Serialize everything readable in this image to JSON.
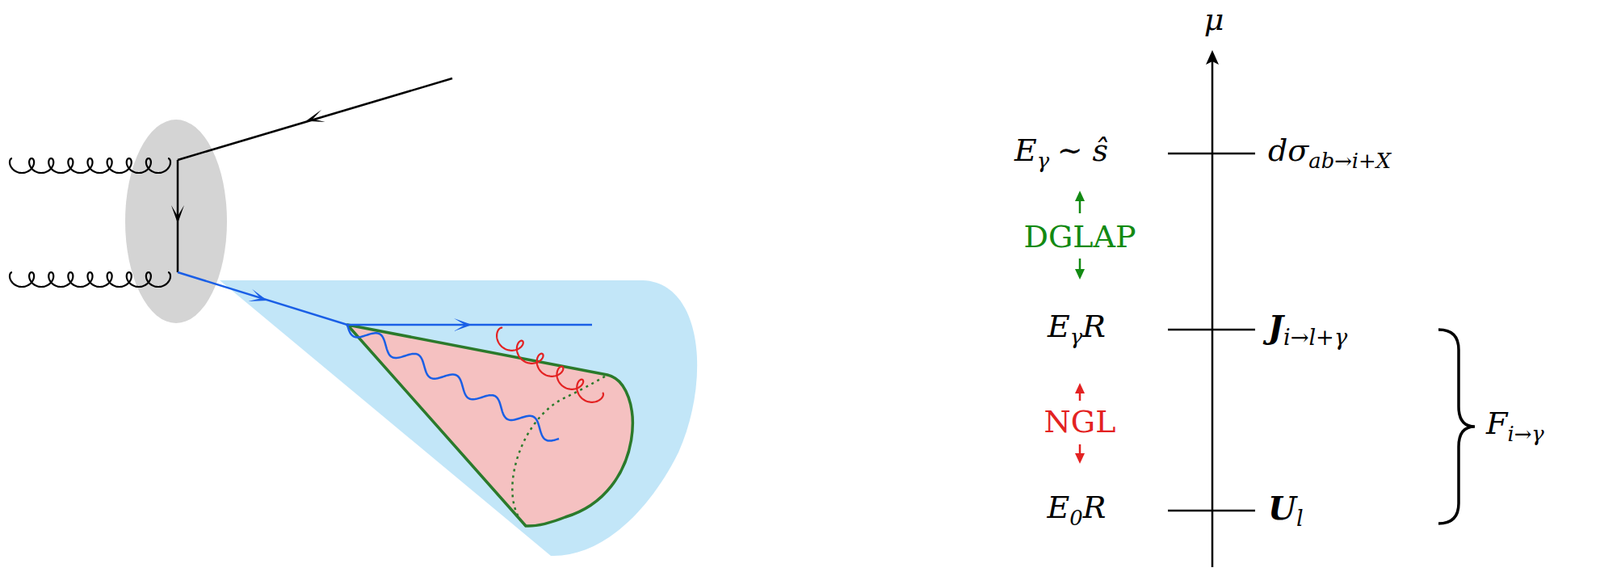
{
  "diagram": {
    "labels": [
      "μ",
      "E",
      "γ",
      "∼ ŝ",
      "dσ",
      "ab→i+X",
      "DGLAP",
      "E",
      "γ",
      "R",
      "J",
      "i→l+γ",
      "NGL",
      "E",
      "0",
      "R",
      "U",
      "l",
      "F",
      "i→γ"
    ]
  }
}
